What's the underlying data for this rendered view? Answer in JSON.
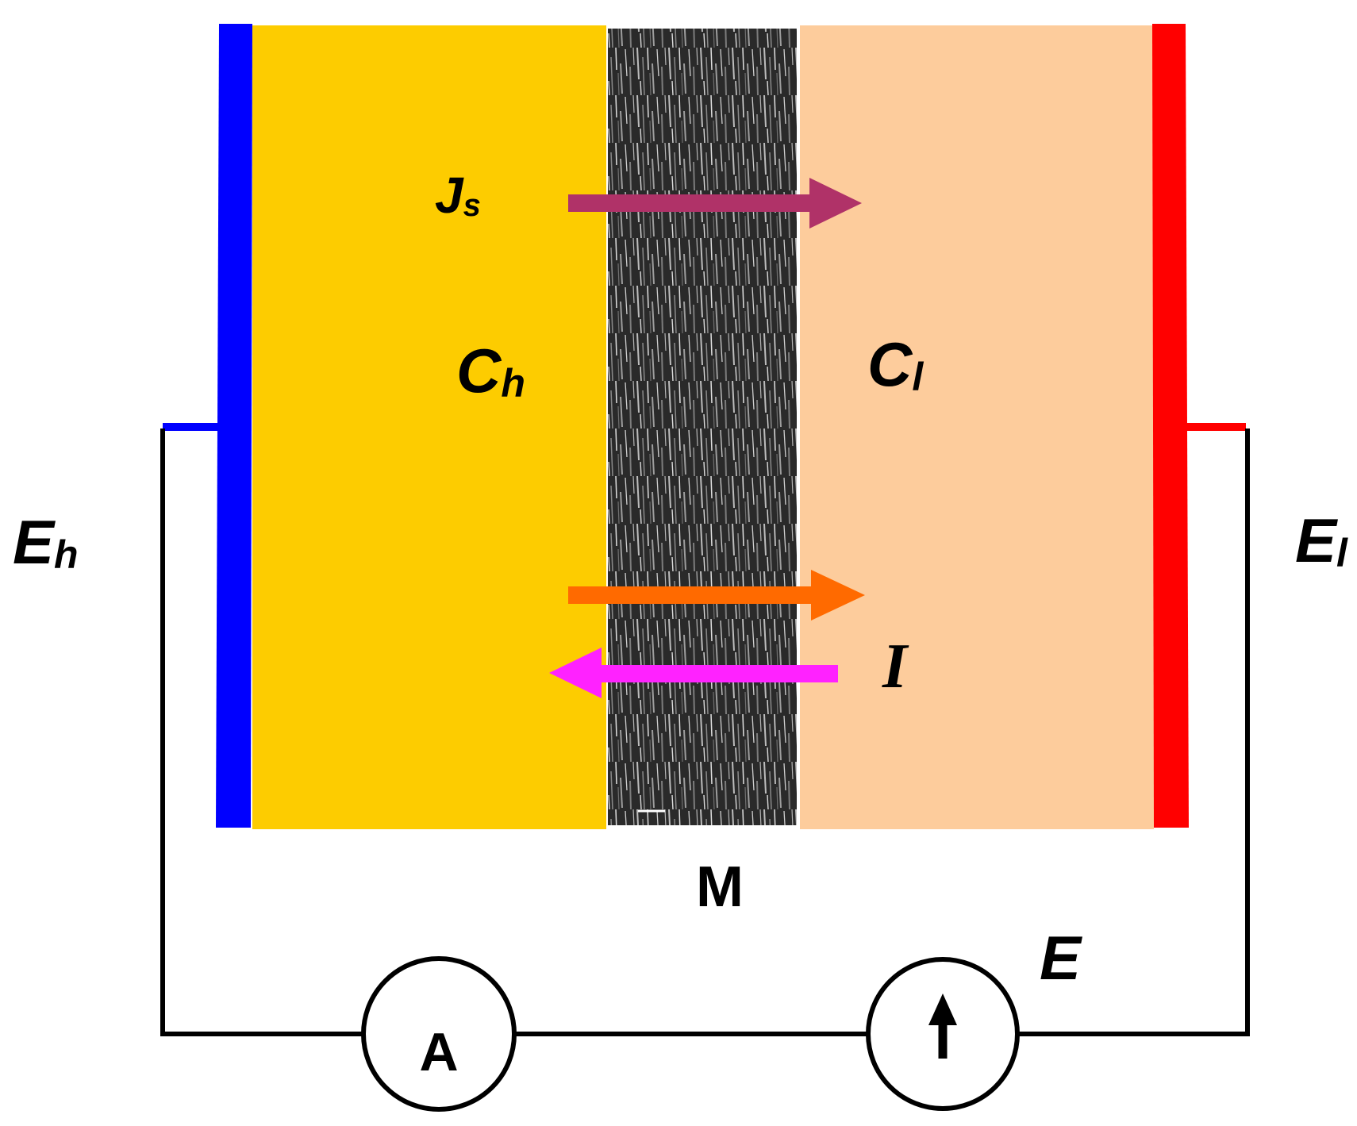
{
  "colors": {
    "electrode_h": "#0000ff",
    "electrode_l": "#ff0000",
    "compartment_h": "#fdcc00",
    "compartment_l": "#fdcc9c",
    "arrow_js": "#b03268",
    "arrow_cation": "#ff6a00",
    "arrow_current": "#ff22ff",
    "wire": "#000000",
    "membrane_bg": "#2a2a2a"
  },
  "labels": {
    "js_main": "J",
    "js_sub": "s",
    "ch_main": "C",
    "ch_sub": "h",
    "cl_main": "C",
    "cl_sub": "l",
    "eh_main": "E",
    "eh_sub": "h",
    "el_main": "E",
    "el_sub": "l",
    "current": "I",
    "membrane": "M",
    "source": "E",
    "ammeter": "A"
  },
  "icons": {
    "ammeter": "ammeter-icon",
    "voltage_source": "voltage-source-icon"
  }
}
